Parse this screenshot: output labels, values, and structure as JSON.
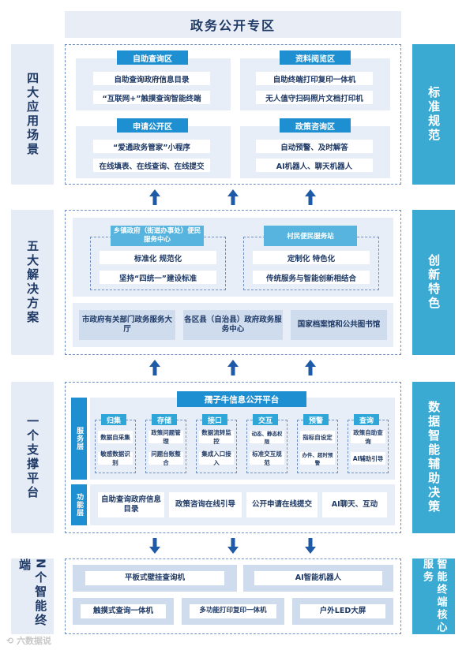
{
  "title": "政务公开专区",
  "sections": {
    "scenes": {
      "left_label": "四大应用场景",
      "right_label": "标准规范",
      "cards": [
        {
          "head": "自助查询区",
          "items": [
            "自助查询政府信息目录",
            "“互联网+”触摸查询智能终端"
          ]
        },
        {
          "head": "资料阅览区",
          "items": [
            "自助终端打印复印一体机",
            "无人值守扫码照片文档打印机"
          ]
        },
        {
          "head": "申请公开区",
          "items": [
            "“爱通政务管家”小程序",
            "在线填表、在线查询、在线提交"
          ]
        },
        {
          "head": "政策咨询区",
          "items": [
            "自动预警、及时解答",
            "AI机器人、聊天机器人"
          ]
        }
      ]
    },
    "solutions": {
      "left_label": "五大解决方案",
      "right_label": "创新特色",
      "centers": [
        {
          "head": "乡镇政府（街道办事处）便民服务中心",
          "items": [
            "标准化 规范化",
            "坚持“四统一”建设标准"
          ]
        },
        {
          "head": "村民便民服务站",
          "items": [
            "定制化 特色化",
            "传统服务与智能创新相结合"
          ]
        }
      ],
      "bottom": [
        "市政府有关部门政务服务大厅",
        "各区县（自治县）政府政务服务中心",
        "国家档案馆和公共图书馆"
      ]
    },
    "platform": {
      "left_label": "一个支撑平台",
      "right_label": "数据智能辅助决策",
      "platform_name": "孺子牛信息公开平台",
      "service_layer": "服务层",
      "function_layer": "功能层",
      "modules": [
        {
          "head": "归集",
          "items": [
            "数据自采集",
            "敏感数据识别"
          ]
        },
        {
          "head": "存储",
          "items": [
            "政策问题管理",
            "问题台账整合"
          ]
        },
        {
          "head": "接口",
          "items": [
            "数据流转监控",
            "集成入口接入"
          ]
        },
        {
          "head": "交互",
          "items": [
            "动态、静态权限",
            "标准交互规范"
          ]
        },
        {
          "head": "预警",
          "items": [
            "指标自设定",
            "办件、超时预警"
          ]
        },
        {
          "head": "查询",
          "items": [
            "政策自助查询",
            "AI辅助引导"
          ]
        }
      ],
      "functions": [
        "自助查询政府信息目录",
        "政策咨询在线引导",
        "公开申请在线提交",
        "AI聊天、互动"
      ]
    },
    "terminals": {
      "left_label": "N个智能终端",
      "right_label": "智能终端核心服务",
      "row1": [
        "平板式壁挂查询机",
        "AI智能机器人"
      ],
      "row2": [
        "触摸式查询一体机",
        "多功能打印复印一体机",
        "户外LED大屏"
      ]
    }
  },
  "watermark": "六数据说",
  "colors": {
    "accent": "#1e8fd0",
    "side": "#3aaad3",
    "panel": "#e8eef7"
  },
  "icons": {
    "arrow": "arrow-up-icon"
  }
}
